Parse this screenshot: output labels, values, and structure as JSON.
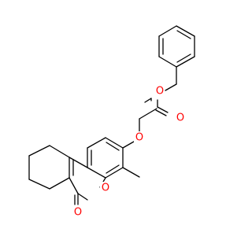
{
  "molecule": {
    "atom_labels": {
      "ether_o": "O",
      "ester_o": "O",
      "carbonyl_o": "O",
      "ring_o": "O",
      "lactone_o": "O"
    },
    "colors": {
      "oxygen": "#ff0000",
      "bond": "#000000",
      "background": "#ffffff"
    }
  }
}
